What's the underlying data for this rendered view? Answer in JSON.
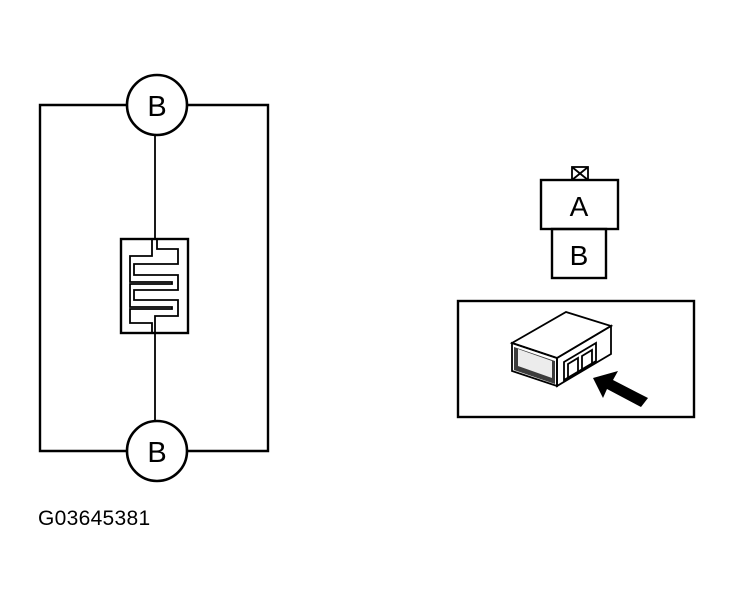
{
  "circuit": {
    "top_terminal": "B",
    "bottom_terminal": "B"
  },
  "connector": {
    "top_label": "A",
    "bottom_label": "B"
  },
  "figure_code": "G03645381"
}
